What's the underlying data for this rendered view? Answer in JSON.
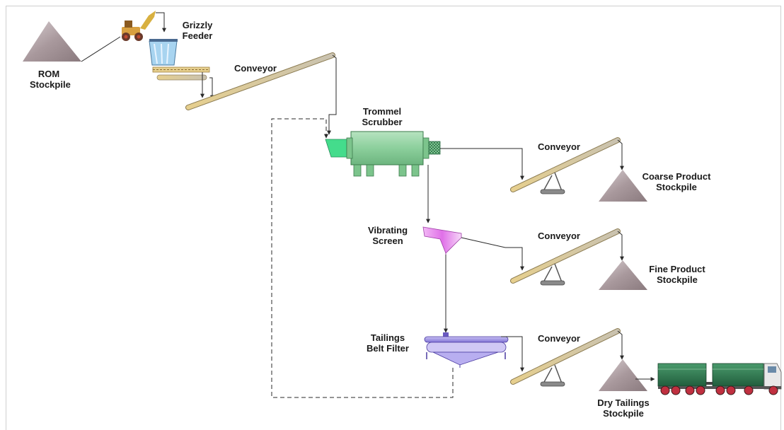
{
  "labels": {
    "rom": [
      "ROM",
      "Stockpile"
    ],
    "grizzly": [
      "Grizzly",
      "Feeder"
    ],
    "conveyor_main": "Conveyor",
    "trommel": [
      "Trommel",
      "Scrubber"
    ],
    "conveyor_coarse": "Conveyor",
    "coarse": [
      "Coarse Product",
      "Stockpile"
    ],
    "screen": [
      "Vibrating",
      "Screen"
    ],
    "conveyor_fine": "Conveyor",
    "fine": [
      "Fine Product",
      "Stockpile"
    ],
    "filter": [
      "Tailings",
      "Belt Filter"
    ],
    "conveyor_tail": "Conveyor",
    "dry": [
      "Dry Tailings",
      "Stockpile"
    ]
  },
  "colors": {
    "pile": "#9c8a8e",
    "belt": "#d8c48a",
    "trommel": "#8fcf9f",
    "trommel_inlet": "#44dc8c",
    "screen": "#e070e8",
    "filter": "#9a8ae0",
    "truck": "#2d7a52",
    "line": "#2a2a2a"
  }
}
